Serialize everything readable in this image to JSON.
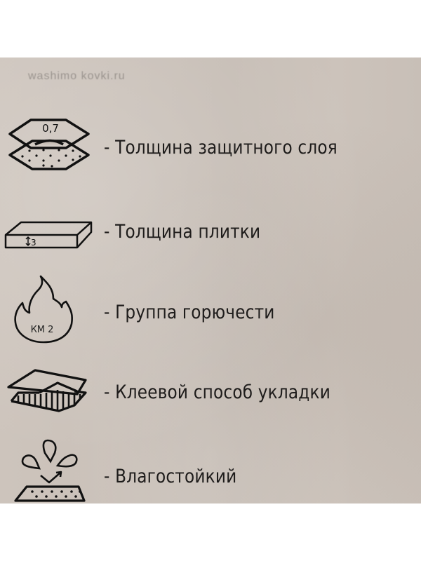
{
  "watermark": "washimo kovki.ru",
  "features": [
    {
      "icon": "protective-layer-icon",
      "icon_text": "0,7",
      "label": "- Толщина защитного слоя"
    },
    {
      "icon": "tile-thickness-icon",
      "icon_text": "3",
      "label": "- Толщина плитки"
    },
    {
      "icon": "flame-icon",
      "icon_text": "КМ 2",
      "label": "- Группа горючести"
    },
    {
      "icon": "glue-layers-icon",
      "icon_text": "",
      "label": "- Клеевой способ укладки"
    },
    {
      "icon": "water-drops-icon",
      "icon_text": "",
      "label": "- Влагостойкий"
    }
  ],
  "colors": {
    "background": "#c9c0b8",
    "ink": "#1e1c1b"
  }
}
